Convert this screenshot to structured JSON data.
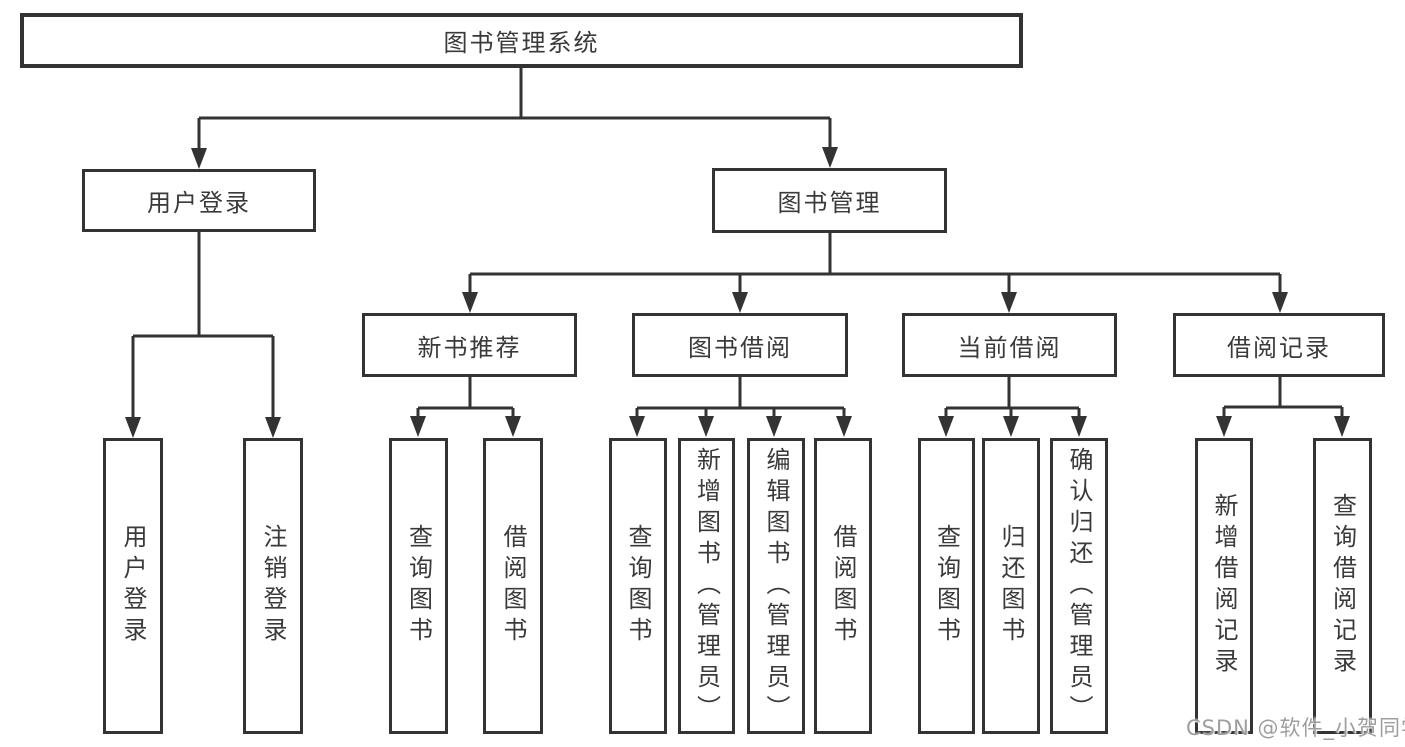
{
  "colors": {
    "line": "#333333",
    "text": "#3a3a3a",
    "background": "#ffffff",
    "watermark_text": "#9e9e9e"
  },
  "diagram": {
    "root": {
      "label": "图书管理系统"
    },
    "branches": [
      {
        "label": "用户登录",
        "children": [
          {
            "label": "用户登录"
          },
          {
            "label": "注销登录"
          }
        ]
      },
      {
        "label": "图书管理",
        "sections": [
          {
            "label": "新书推荐",
            "children": [
              {
                "label": "查询图书"
              },
              {
                "label": "借阅图书"
              }
            ]
          },
          {
            "label": "图书借阅",
            "children": [
              {
                "label": "查询图书"
              },
              {
                "label": "新增图书（管理员）"
              },
              {
                "label": "编辑图书（管理员）"
              },
              {
                "label": "借阅图书"
              }
            ]
          },
          {
            "label": "当前借阅",
            "children": [
              {
                "label": "查询图书"
              },
              {
                "label": "归还图书"
              },
              {
                "label": "确认归还（管理员）"
              }
            ]
          },
          {
            "label": "借阅记录",
            "children": [
              {
                "label": "新增借阅记录"
              },
              {
                "label": "查询借阅记录"
              }
            ]
          }
        ]
      }
    ]
  },
  "watermark": {
    "text": "CSDN @软件_小贺同学"
  }
}
